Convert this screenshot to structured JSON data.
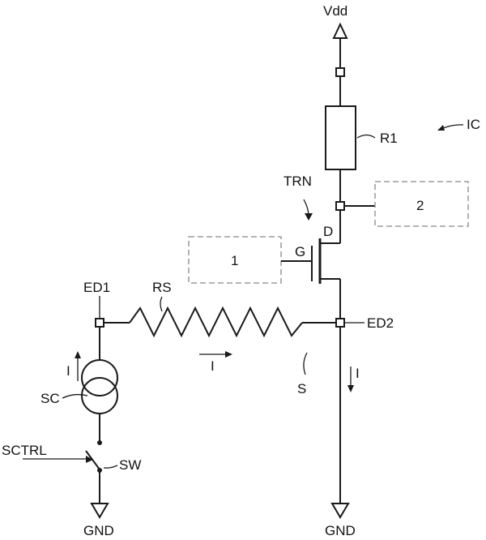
{
  "labels": {
    "vdd": "Vdd",
    "r1": "R1",
    "ic": "IC",
    "trn": "TRN",
    "block2": "2",
    "block1": "1",
    "drain": "D",
    "gate": "G",
    "ed1": "ED1",
    "rs": "RS",
    "ed2": "ED2",
    "current_rs": "I",
    "current_sc": "I",
    "current_right": "I",
    "sc": "SC",
    "s": "S",
    "sctrl": "SCTRL",
    "sw": "SW",
    "gnd_left": "GND",
    "gnd_right": "GND"
  }
}
